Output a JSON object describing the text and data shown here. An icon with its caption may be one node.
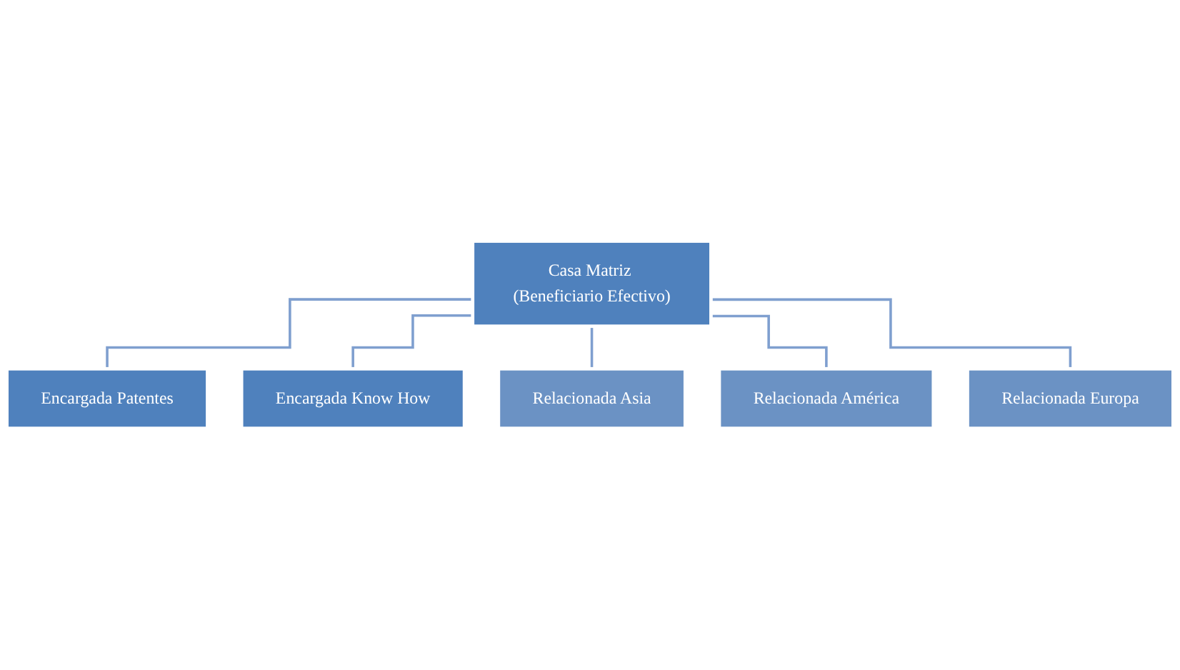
{
  "diagram": {
    "nodes": [
      {
        "text": [
          "Casa Matriz (Beneficiario Efectivo)"
        ]
      },
      {
        "text": [
          "Encargada Patentes"
        ]
      },
      {
        "text": [
          "Encargada Know How"
        ]
      },
      {
        "text": [
          "Relacionada Asia"
        ]
      },
      {
        "text": [
          "Relacionada América"
        ]
      },
      {
        "text": [
          "Relacionada Europa"
        ]
      }
    ],
    "edges": [
      {
        "from": 0,
        "to": 1,
        "arrow": "none"
      },
      {
        "from": 0,
        "to": 2,
        "arrow": "none"
      },
      {
        "from": 0,
        "to": 3,
        "arrow": "none"
      },
      {
        "from": 0,
        "to": 4,
        "arrow": "none"
      },
      {
        "from": 0,
        "to": 5,
        "arrow": "none"
      }
    ]
  }
}
